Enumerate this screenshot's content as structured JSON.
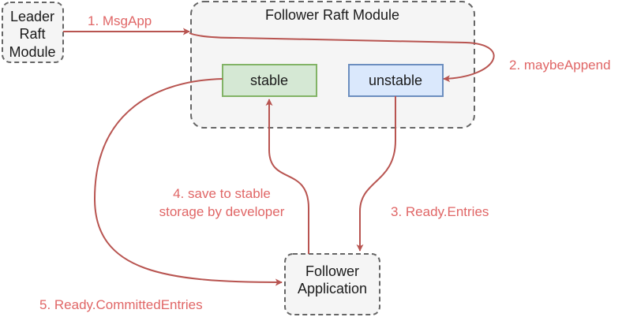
{
  "colors": {
    "edge": "#b85450",
    "label": "#e06666",
    "node_border": "#666666",
    "node_fill": "#f5f5f5",
    "stable_fill": "#d5e8d4",
    "stable_border": "#82b366",
    "unstable_fill": "#dae8fc",
    "unstable_border": "#6c8ebf",
    "text": "#1a1a1a"
  },
  "nodes": {
    "leader": {
      "lines": [
        "Leader",
        "Raft",
        "Module"
      ]
    },
    "follower_module": {
      "title": "Follower Raft Module"
    },
    "stable": {
      "label": "stable"
    },
    "unstable": {
      "label": "unstable"
    },
    "follower_app": {
      "lines": [
        "Follower",
        "Application"
      ]
    }
  },
  "edges": {
    "msgapp": {
      "label": "1. MsgApp"
    },
    "maybe_append": {
      "label": "2. maybeAppend"
    },
    "ready_entries": {
      "label": "3. Ready.Entries"
    },
    "save_stable": {
      "lines": [
        "4. save to stable",
        "storage by developer"
      ]
    },
    "committed_entries": {
      "label": "5. Ready.CommittedEntries"
    }
  }
}
